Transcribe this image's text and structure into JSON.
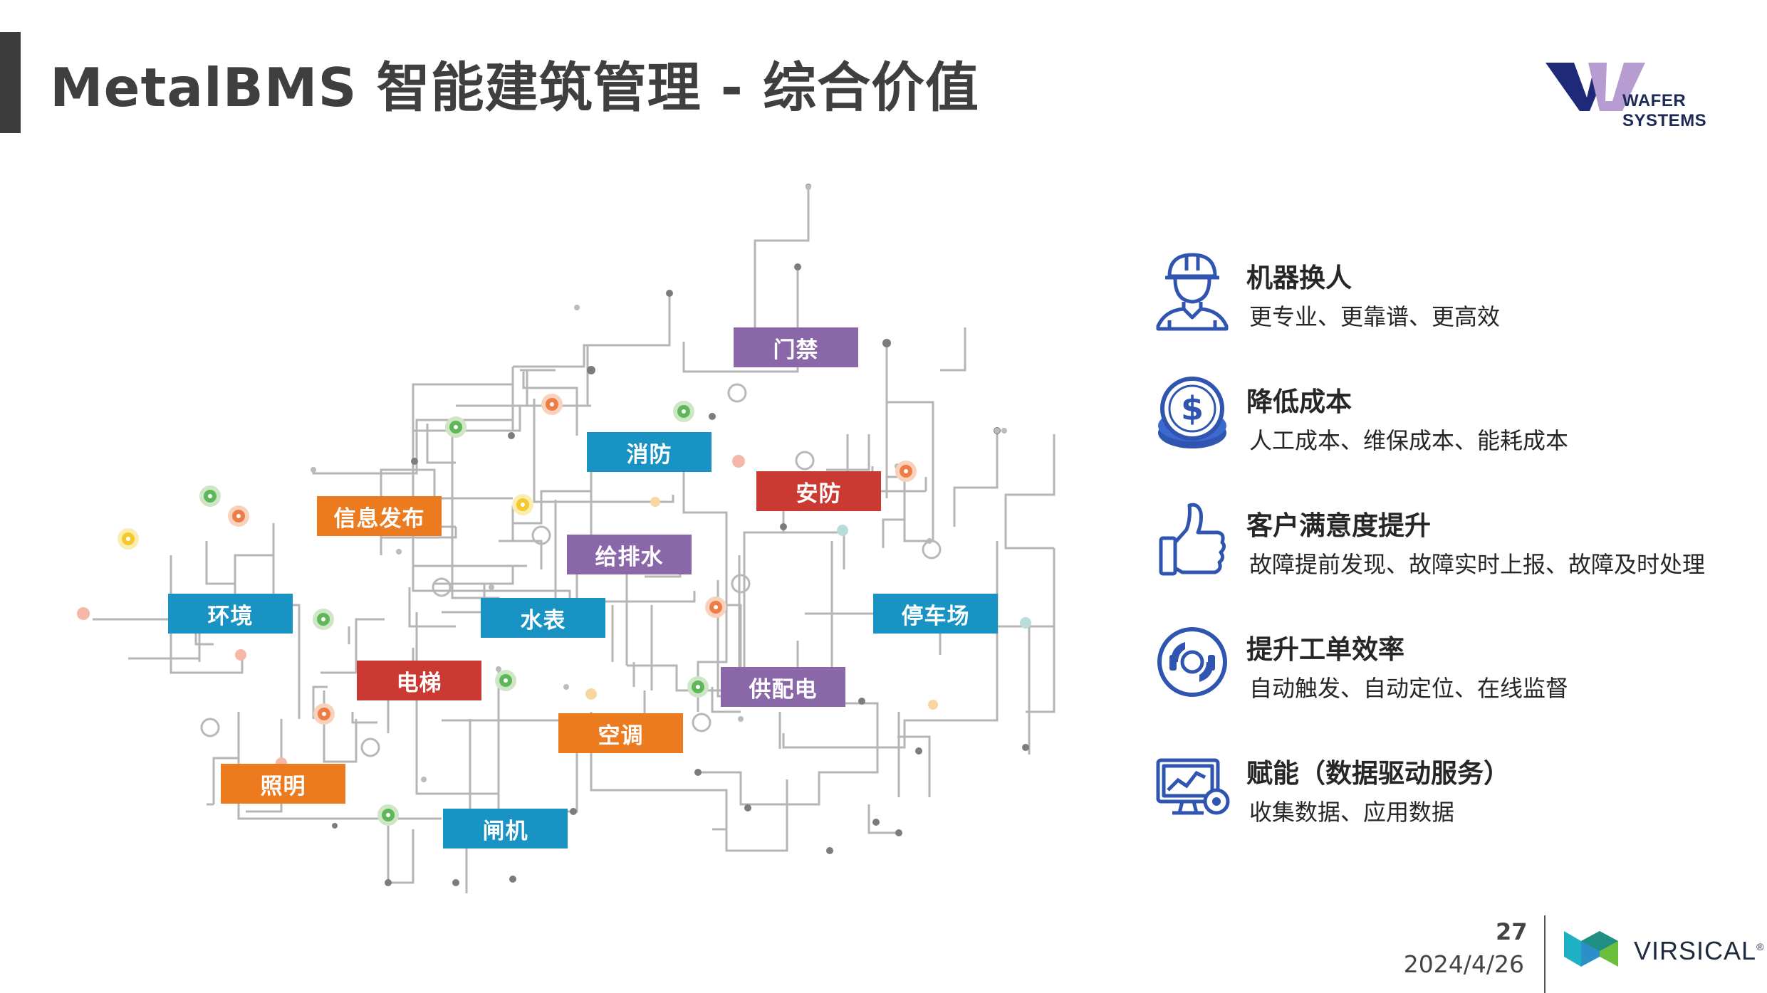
{
  "header": {
    "title": "MetalBMS 智能建筑管理 - 综合价值",
    "logo_text": "WAFER SYSTEMS"
  },
  "network": {
    "tags": [
      {
        "id": "tag-door",
        "label": "门禁",
        "color": "purple"
      },
      {
        "id": "tag-fire",
        "label": "消防",
        "color": "blue"
      },
      {
        "id": "tag-security",
        "label": "安防",
        "color": "red"
      },
      {
        "id": "tag-info",
        "label": "信息发布",
        "color": "orange"
      },
      {
        "id": "tag-water",
        "label": "给排水",
        "color": "purple"
      },
      {
        "id": "tag-env",
        "label": "环境",
        "color": "blue"
      },
      {
        "id": "tag-meter",
        "label": "水表",
        "color": "blue"
      },
      {
        "id": "tag-parking",
        "label": "停车场",
        "color": "blue"
      },
      {
        "id": "tag-elevator",
        "label": "电梯",
        "color": "red"
      },
      {
        "id": "tag-power",
        "label": "供配电",
        "color": "purple"
      },
      {
        "id": "tag-hvac",
        "label": "空调",
        "color": "orange"
      },
      {
        "id": "tag-lighting",
        "label": "照明",
        "color": "orange"
      },
      {
        "id": "tag-gate",
        "label": "闸机",
        "color": "blue"
      }
    ]
  },
  "values": [
    {
      "icon": "worker-icon",
      "title": "机器换人",
      "desc": "更专业、更靠谱、更高效"
    },
    {
      "icon": "coin-icon",
      "title": "降低成本",
      "desc": "人工成本、维保成本、能耗成本"
    },
    {
      "icon": "thumbs-up-icon",
      "title": "客户满意度提升",
      "desc": "故障提前发现、故障实时上报、故障及时处理"
    },
    {
      "icon": "efficiency-icon",
      "title": "提升工单效率",
      "desc": "自动触发、自动定位、在线监督"
    },
    {
      "icon": "monitor-chart-icon",
      "title": "赋能（数据驱动服务）",
      "desc": "收集数据、应用数据"
    }
  ],
  "footer": {
    "page_number": "27",
    "date": "2024/4/26",
    "brand": "VIRSICAL",
    "brand_mark": "®"
  },
  "colors": {
    "blue": "#1893c4",
    "orange": "#ec7a1e",
    "red": "#cb3a32",
    "purple": "#8a67a8",
    "title": "#3f3f3f",
    "icon": "#2f55b0"
  }
}
